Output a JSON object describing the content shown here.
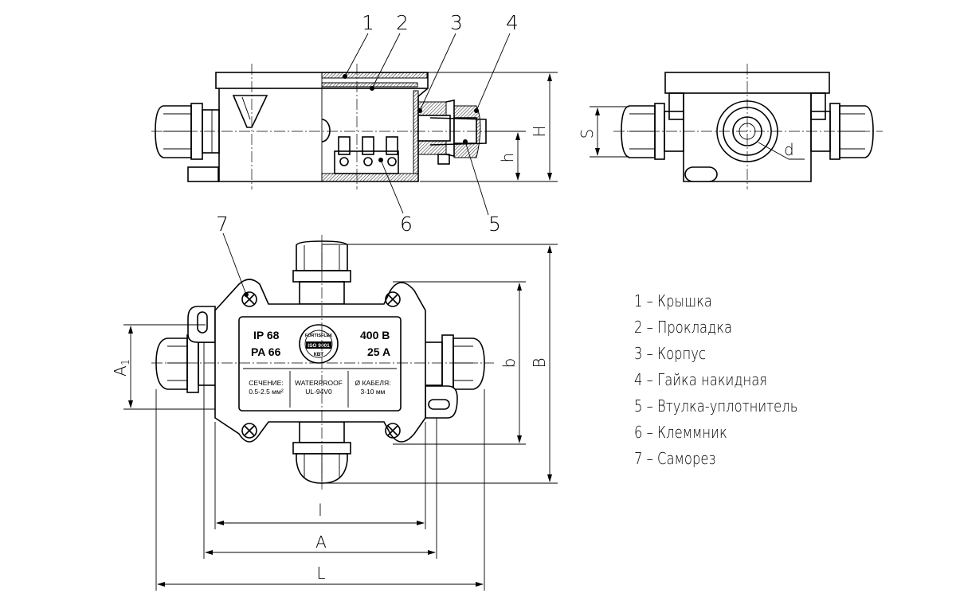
{
  "callouts": [
    "1",
    "2",
    "3",
    "4",
    "5",
    "6",
    "7"
  ],
  "legend": [
    "1 – Крышка",
    "2 – Прокладка",
    "3 – Корпус",
    "4 – Гайка накидная",
    "5 – Втулка-уплотнитель",
    "6 – Клеммник",
    "7 – Саморез"
  ],
  "dimensions": {
    "H": "H",
    "h": "h",
    "S": "S",
    "d": "d",
    "A1": "A",
    "A1_sub": "1",
    "b": "b",
    "B": "B",
    "l": "l",
    "A": "A",
    "L": "L"
  },
  "product_label": {
    "ip": "IP 68",
    "material": "PA 66",
    "voltage": "400 B",
    "current": "25 A",
    "section_title": "СЕЧЕНИЕ:",
    "section_value": "0.5-2.5 мм²",
    "waterproof_title": "WATERPROOF",
    "waterproof_value": "UL-94V0",
    "cable_title": "Ø КАБЕЛЯ:",
    "cable_value": "3-10 мм",
    "brand": "FORTISFLEX",
    "iso": "ISO 9001",
    "kvt": "КВТ"
  }
}
